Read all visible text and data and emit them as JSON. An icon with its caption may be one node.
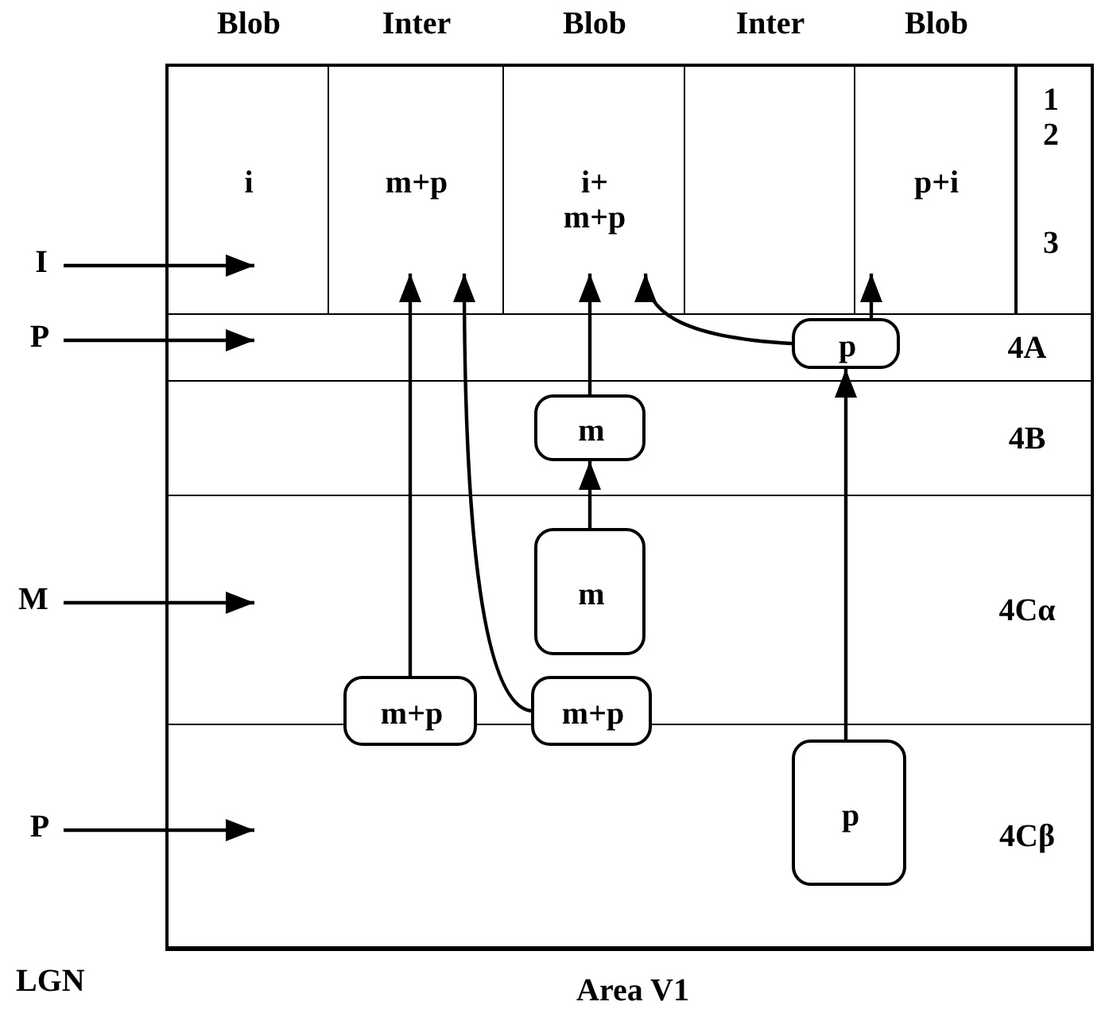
{
  "diagram": {
    "nodes": [
      {
        "text": [
          "Area V1"
        ]
      },
      {
        "text": [
          "1 2",
          "3"
        ],
        "in": 0
      },
      {
        "text": [
          "Blob",
          "i"
        ],
        "in": 1
      },
      {
        "text": [
          "Inter",
          "m+p"
        ],
        "in": 1
      },
      {
        "text": [
          "Blob",
          "i+ m+p"
        ],
        "in": 1
      },
      {
        "text": [
          "Inter"
        ],
        "in": 1
      },
      {
        "text": [
          "Blob",
          "p+i"
        ],
        "in": 1
      },
      {
        "text": [
          "4A"
        ],
        "in": 0
      },
      {
        "text": [
          "4B"
        ],
        "in": 0
      },
      {
        "text": [
          "4Cα"
        ],
        "in": 0
      },
      {
        "text": [
          "4Cβ"
        ],
        "in": 0
      },
      {
        "text": [
          "p"
        ],
        "in": 7
      },
      {
        "text": [
          "m"
        ],
        "in": 8
      },
      {
        "text": [
          "m"
        ],
        "in": 9
      },
      {
        "text": [
          "m+p"
        ],
        "in": 0
      },
      {
        "text": [
          "m+p"
        ],
        "in": 0
      },
      {
        "text": [
          "p"
        ],
        "in": 10
      },
      {
        "text": [
          "I"
        ]
      },
      {
        "text": [
          "P"
        ]
      },
      {
        "text": [
          "M"
        ]
      },
      {
        "text": [
          "P"
        ]
      }
    ],
    "edges": [
      {
        "from": 17,
        "to": 2,
        "arrow": "to"
      },
      {
        "from": 18,
        "to": 7,
        "arrow": "to"
      },
      {
        "from": 19,
        "to": 9,
        "arrow": "to"
      },
      {
        "from": 20,
        "to": 10,
        "arrow": "to"
      },
      {
        "from": 14,
        "to": 3,
        "arrow": "to"
      },
      {
        "from": 15,
        "to": 3,
        "arrow": "to"
      },
      {
        "from": 13,
        "to": 12,
        "arrow": "to"
      },
      {
        "from": 12,
        "to": 4,
        "arrow": "to"
      },
      {
        "from": 11,
        "to": 4,
        "arrow": "to"
      },
      {
        "from": 11,
        "to": 6,
        "arrow": "to"
      },
      {
        "from": 16,
        "to": 11,
        "arrow": "to"
      }
    ],
    "labels": [
      "LGN"
    ]
  }
}
